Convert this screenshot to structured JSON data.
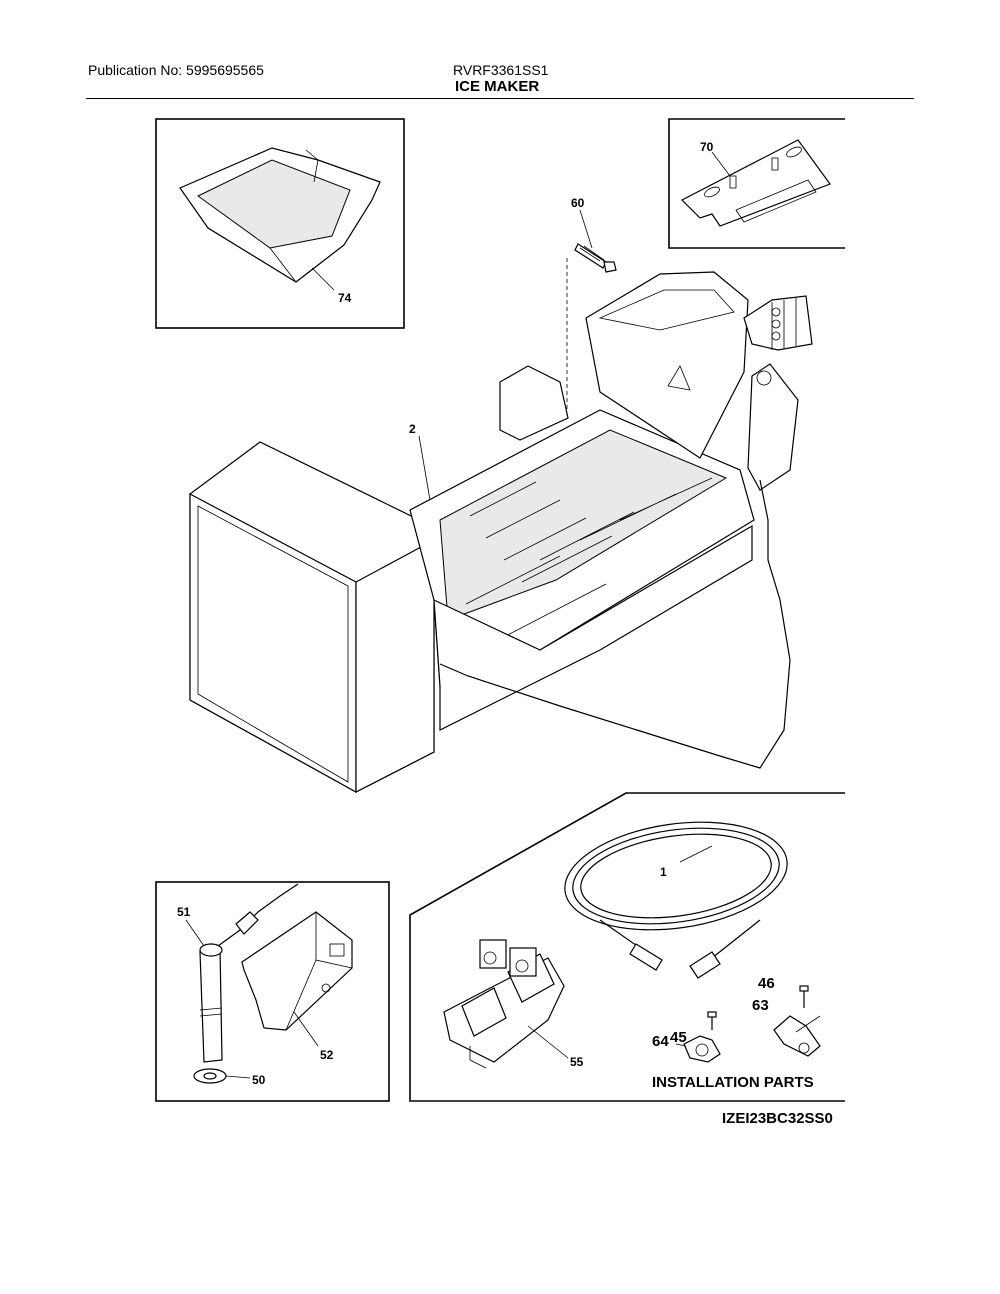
{
  "header": {
    "publication": "Publication No: 5995695565",
    "model": "RVRF3361SS1",
    "section_title": "ICE MAKER"
  },
  "callouts": {
    "c1": "1",
    "c2": "2",
    "c45": "45",
    "c46": "46",
    "c50": "50",
    "c51": "51",
    "c52": "52",
    "c55": "55",
    "c60": "60",
    "c63": "63",
    "c64": "64",
    "c70": "70",
    "c74": "74"
  },
  "installation_parts_label": "INSTALLATION PARTS",
  "diagram_code": "IZEI23BC32SS0"
}
